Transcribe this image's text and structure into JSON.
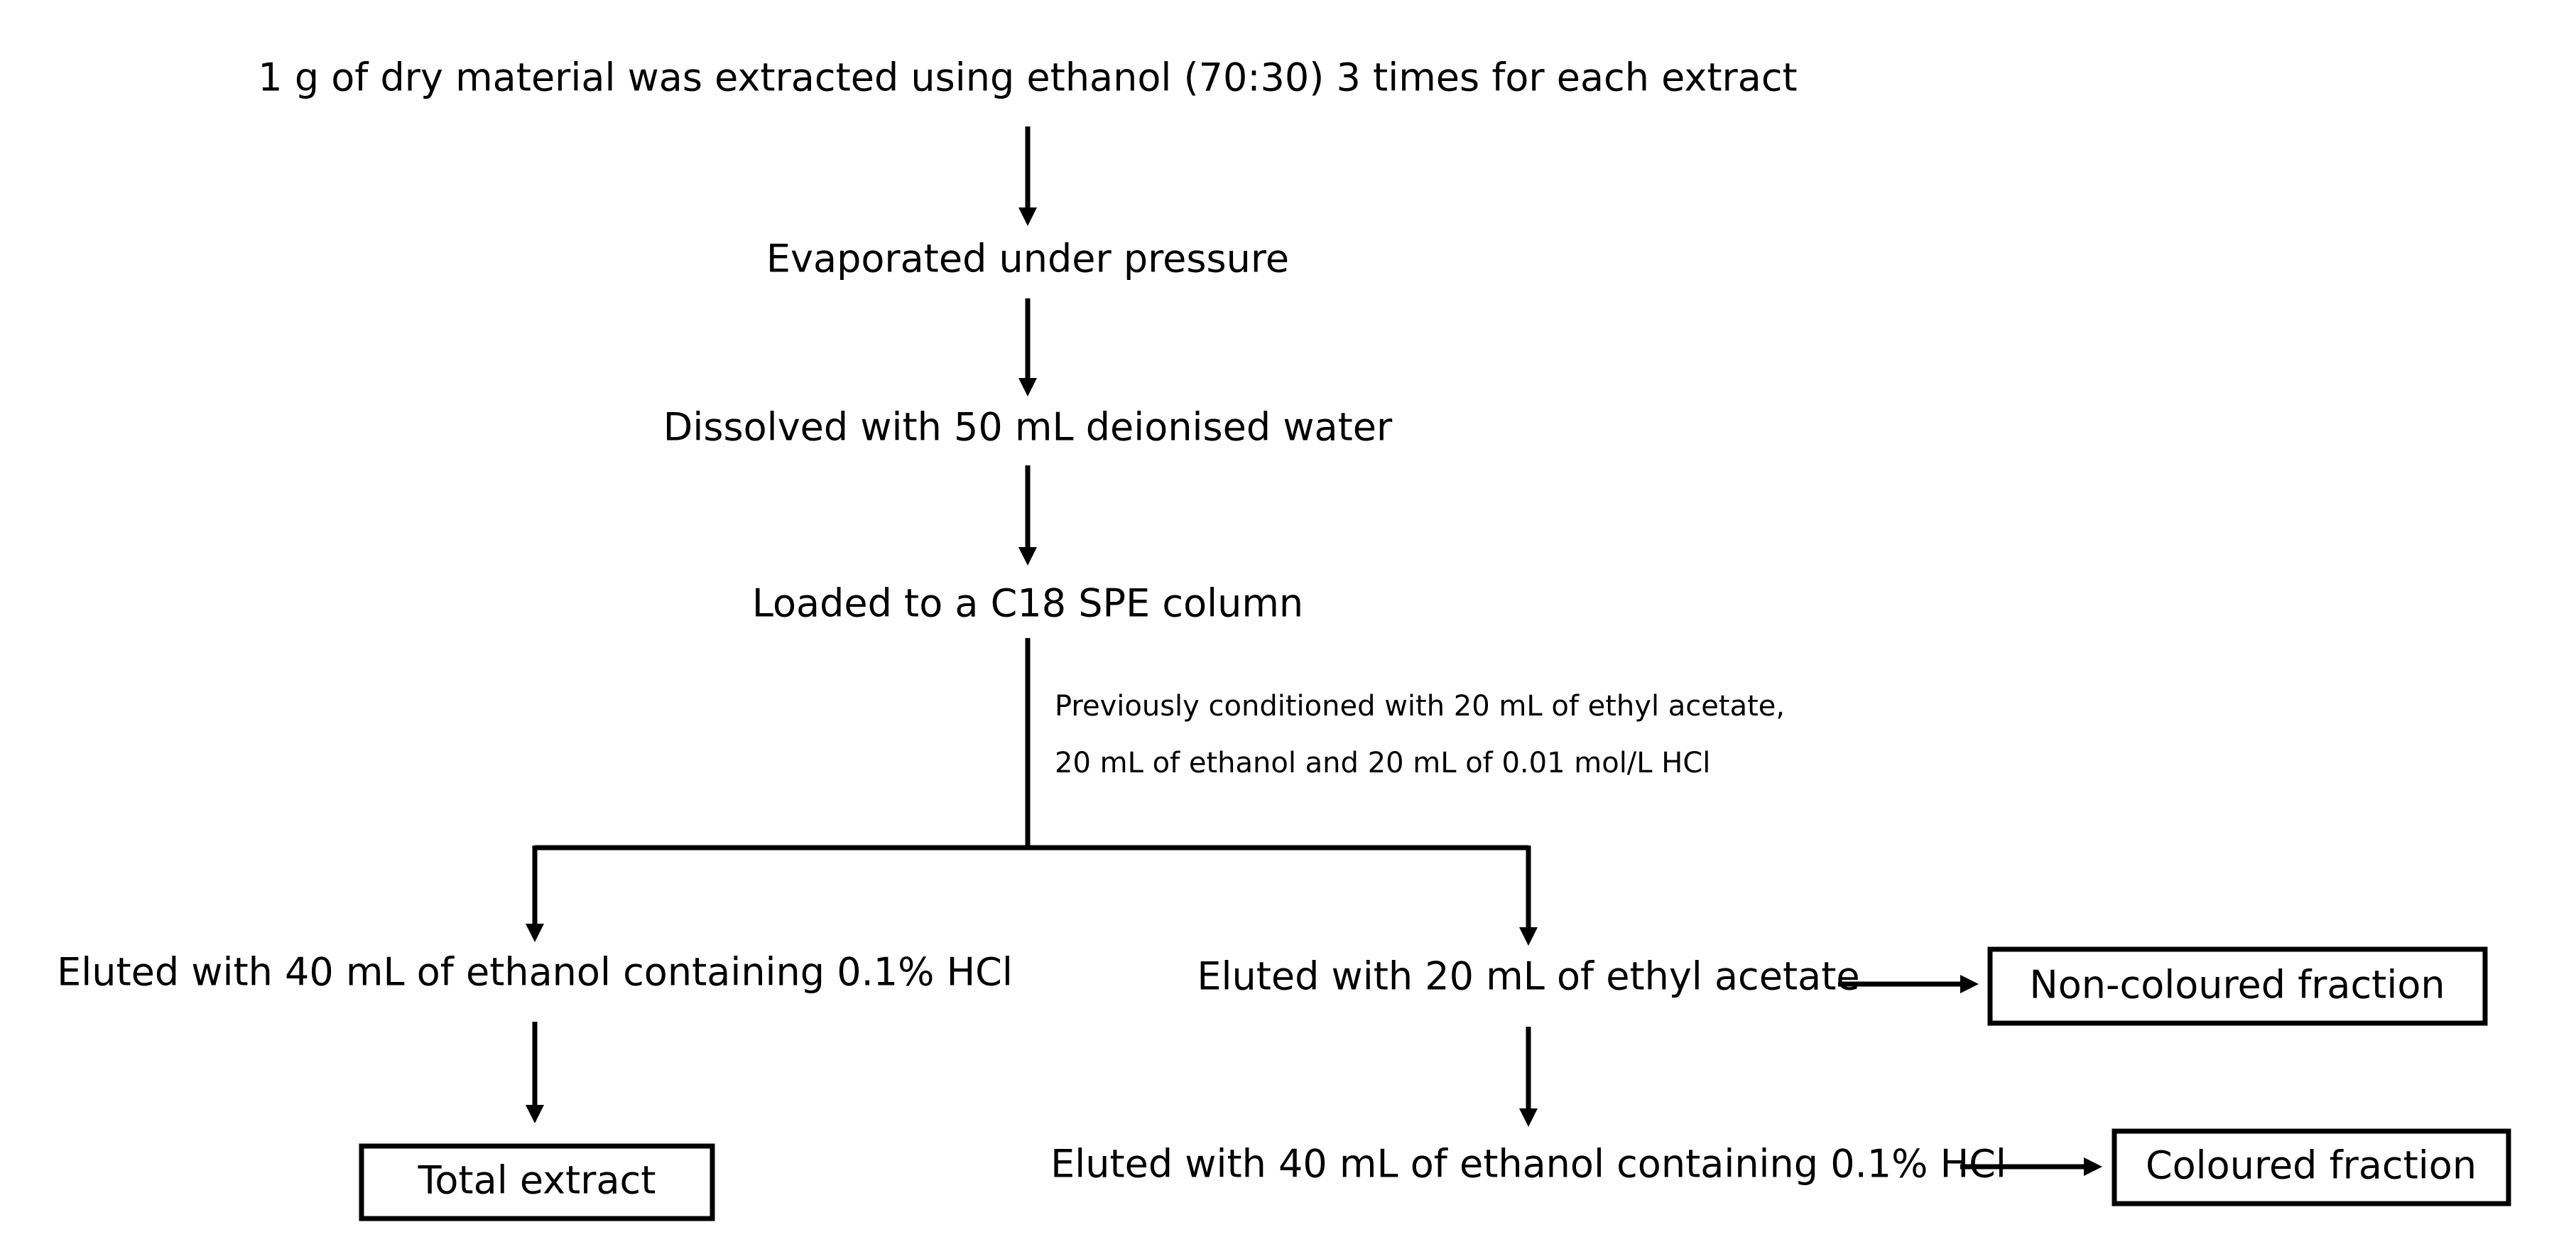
{
  "steps": {
    "extraction": "1 g of dry material was extracted using ethanol (70:30) 3 times for each extract",
    "evaporation": "Evaporated under pressure",
    "dissolution": "Dissolved with 50 mL deionised water",
    "loading": "Loaded to a C18 SPE column"
  },
  "conditioning_note": {
    "line1": "Previously conditioned with 20 mL of ethyl acetate,",
    "line2": "20 mL of ethanol and 20 mL of 0.01 mol/L HCl"
  },
  "left_branch": {
    "elution": "Eluted with 40 mL of ethanol containing 0.1% HCl",
    "result": "Total extract"
  },
  "right_branch": {
    "elution_acetate": "Eluted with 20 mL of ethyl acetate",
    "result_acetate": "Non-coloured fraction",
    "elution_ethanol": "Eluted with 40 mL of ethanol containing 0.1% HCl",
    "result_ethanol": "Coloured fraction"
  }
}
